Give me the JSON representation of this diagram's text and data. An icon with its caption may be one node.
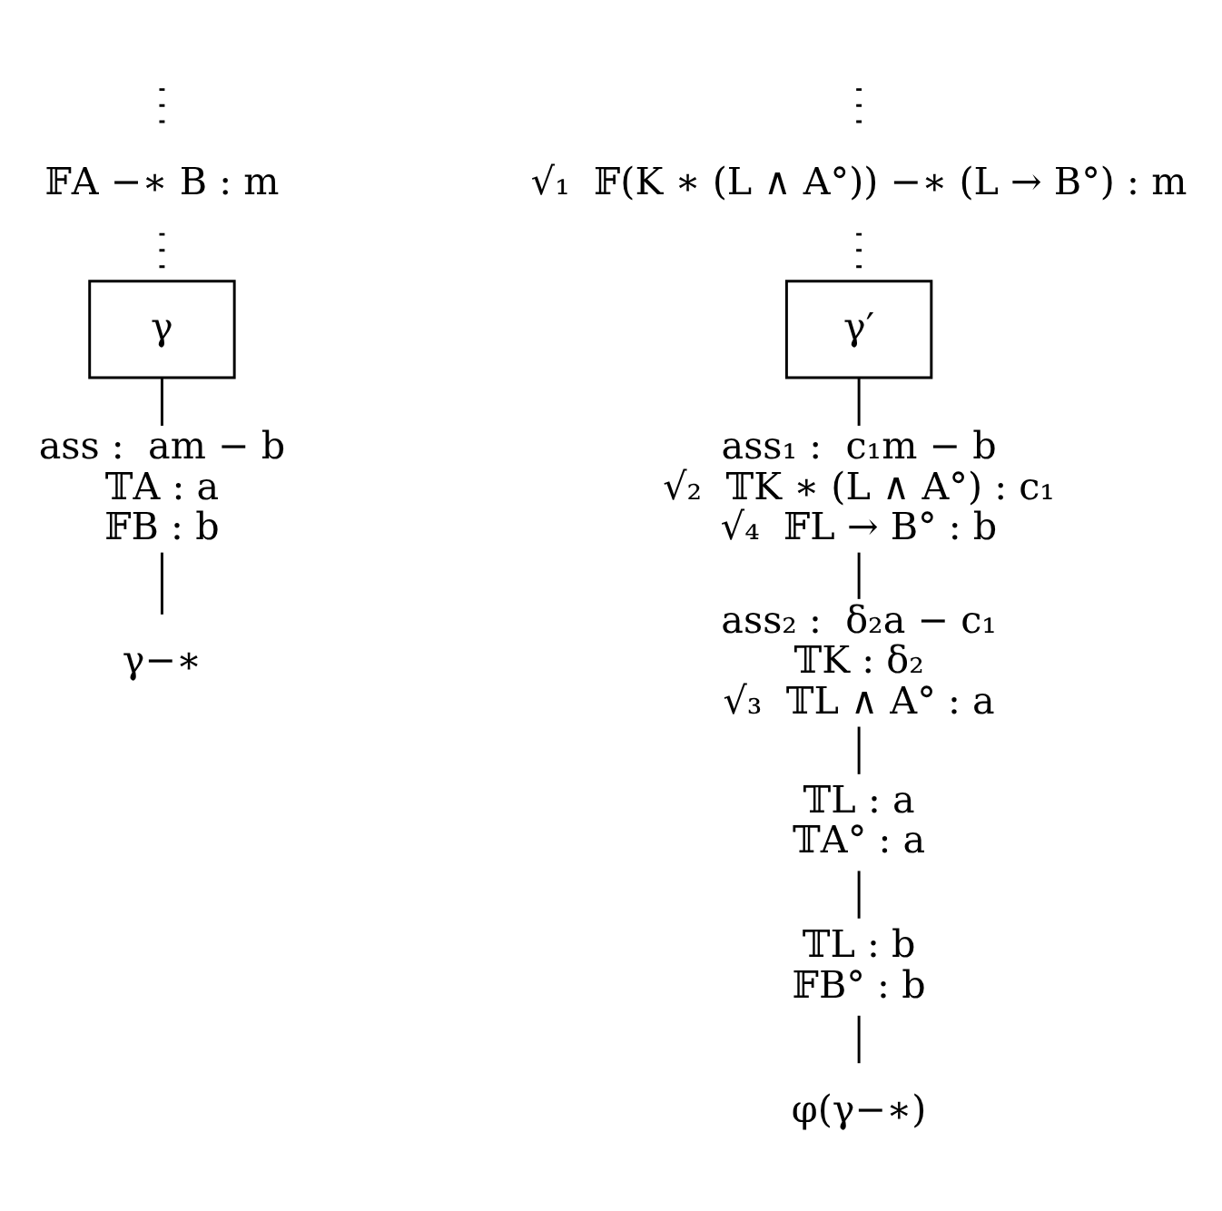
{
  "diagram": {
    "nodes": [
      {
        "text": [
          "𝔽A −∗ B : m"
        ]
      },
      {
        "text": [
          "γ"
        ]
      },
      {
        "text": [
          "ass :  am − b",
          "𝕋A : a",
          "𝔽B : b"
        ]
      },
      {
        "text": [
          "γ−∗"
        ]
      },
      {
        "text": [
          "√₁  𝔽(K ∗ (L ∧ A°)) −∗ (L → B°) : m"
        ]
      },
      {
        "text": [
          "γ′"
        ]
      },
      {
        "text": [
          "ass₁ :  c₁m − b",
          "√₂  𝕋K ∗ (L ∧ A°) : c₁",
          "√₄  𝔽L → B° : b"
        ]
      },
      {
        "text": [
          "ass₂ :  δ₂a − c₁",
          "𝕋K : δ₂",
          "√₃  𝕋L ∧ A° : a"
        ]
      },
      {
        "text": [
          "𝕋L : a",
          "𝕋A° : a"
        ]
      },
      {
        "text": [
          "𝕋L : b",
          "𝔽B° : b"
        ]
      },
      {
        "text": [
          "φ(γ−∗)"
        ]
      }
    ],
    "edges": [
      {
        "from": null,
        "to": 0,
        "arrow": "none",
        "style": "dashed"
      },
      {
        "from": 0,
        "to": 1,
        "arrow": "none",
        "style": "dashed"
      },
      {
        "from": 1,
        "to": 2,
        "arrow": "none"
      },
      {
        "from": 2,
        "to": 3,
        "arrow": "none"
      },
      {
        "from": null,
        "to": 4,
        "arrow": "none",
        "style": "dashed"
      },
      {
        "from": 4,
        "to": 5,
        "arrow": "none",
        "style": "dashed"
      },
      {
        "from": 5,
        "to": 6,
        "arrow": "none"
      },
      {
        "from": 6,
        "to": 7,
        "arrow": "none"
      },
      {
        "from": 7,
        "to": 8,
        "arrow": "none"
      },
      {
        "from": 8,
        "to": 9,
        "arrow": "none"
      },
      {
        "from": 9,
        "to": 10,
        "arrow": "none"
      }
    ]
  }
}
